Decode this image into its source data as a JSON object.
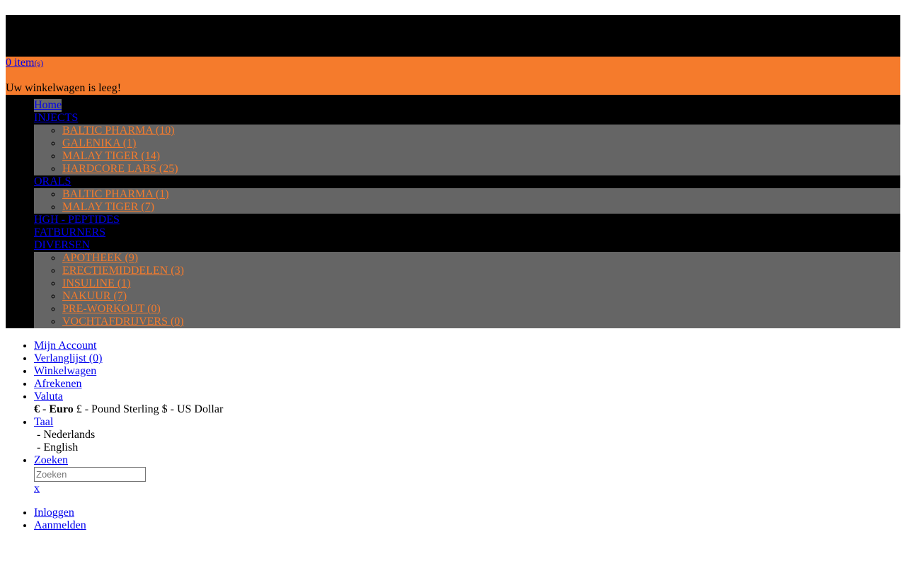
{
  "cart": {
    "count_label": "0 item",
    "count_suffix": "(s)",
    "empty_message": "Uw winkelwagen is leeg!"
  },
  "nav": {
    "home": "Home",
    "categories": [
      {
        "label": "INJECTS",
        "sub": [
          "BALTIC PHARMA (10)",
          "GALENIKA (1)",
          "MALAY TIGER (14)",
          "HARDCORE LABS (25)"
        ]
      },
      {
        "label": "ORALS",
        "sub": [
          "BALTIC PHARMA (1)",
          "MALAY TIGER (7)"
        ]
      },
      {
        "label": "HGH - PEPTIDES",
        "sub": []
      },
      {
        "label": "FATBURNERS",
        "sub": []
      },
      {
        "label": "DIVERSEN",
        "sub": [
          "APOTHEEK (9)",
          "ERECTIEMIDDELEN (3)",
          "INSULINE (1)",
          "NAKUUR (7)",
          "PRE-WORKOUT (0)",
          "VOCHTAFDRIJVERS (0)"
        ]
      }
    ]
  },
  "account": {
    "my_account": "Mijn Account",
    "wishlist": "Verlanglijst (0)",
    "cart": "Winkelwagen",
    "checkout": "Afrekenen",
    "currency": "Valuta",
    "currency_euro": "€ - Euro",
    "currency_others": " £ - Pound Sterling $ - US Dollar",
    "language": "Taal",
    "lang_nl": " - Nederlands",
    "lang_en": " - English",
    "search": "Zoeken",
    "search_placeholder": "Zoeken",
    "search_close": "x",
    "login": "Inloggen",
    "register": "Aanmelden"
  }
}
